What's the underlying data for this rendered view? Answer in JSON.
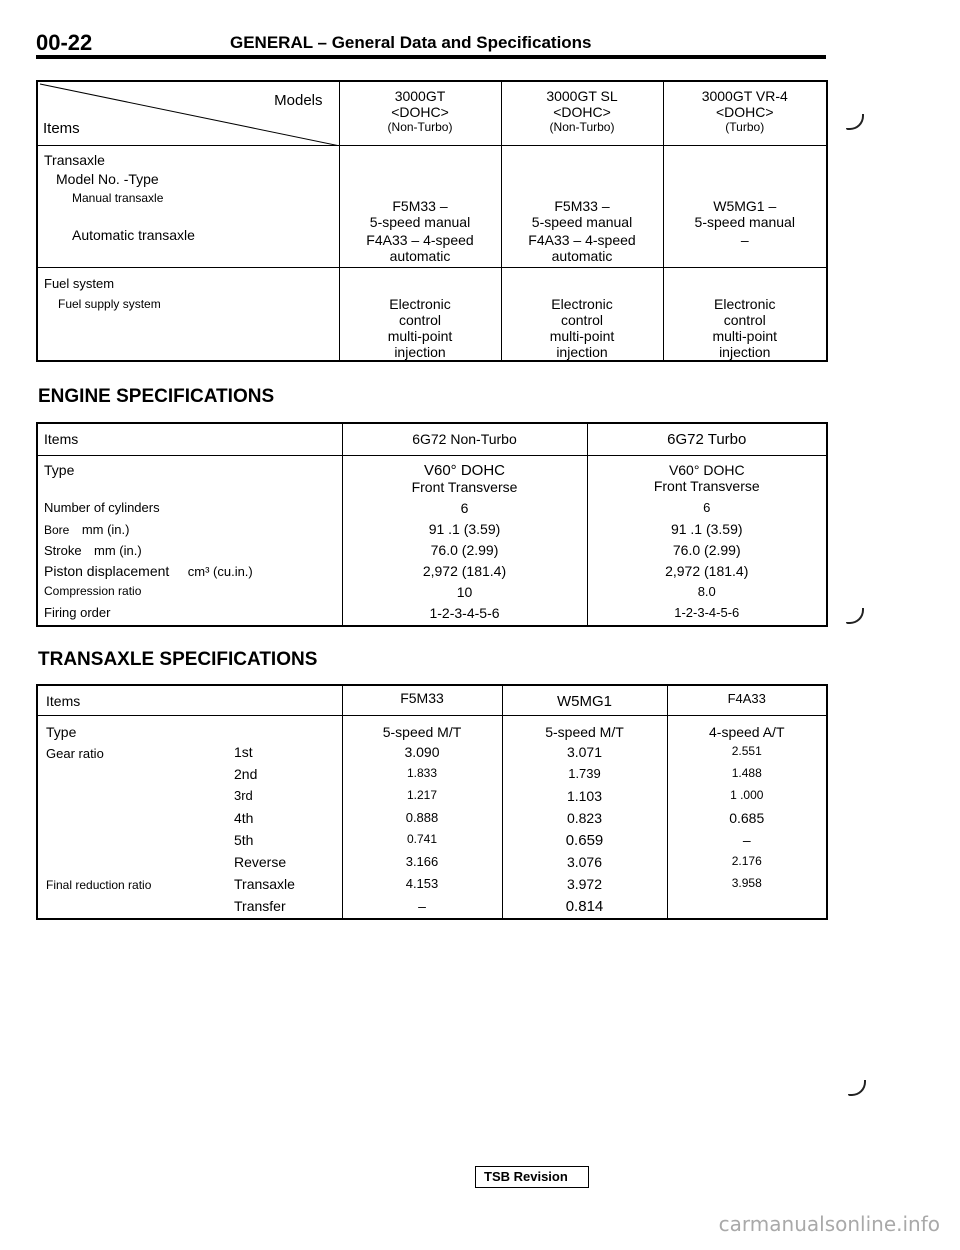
{
  "header": {
    "page_number": "00-22",
    "title": "GENERAL – General Data and Specifications"
  },
  "general": {
    "corner_models": "Models",
    "corner_items": "Items",
    "columns": [
      {
        "line1": "3000GT",
        "line2": "<DOHC>",
        "line3": "(Non-Turbo)"
      },
      {
        "line1": "3000GT SL",
        "line2": "<DOHC>",
        "line3": "(Non-Turbo)"
      },
      {
        "line1": "3000GT VR-4",
        "line2": "<DOHC>",
        "line3": "(Turbo)"
      }
    ],
    "transaxle_label": "Transaxle",
    "model_no_label": "Model No. -Type",
    "manual_label": "Manual transaxle",
    "automatic_label": "Automatic transaxle",
    "manual_values": [
      {
        "line1": "F5M33 –",
        "line2": "5-speed manual"
      },
      {
        "line1": "F5M33 –",
        "line2": "5-speed manual"
      },
      {
        "line1": "W5MG1 –",
        "line2": "5-speed manual"
      }
    ],
    "automatic_values": [
      {
        "line1": "F4A33 – 4-speed",
        "line2": "automatic"
      },
      {
        "line1": "F4A33 – 4-speed",
        "line2": "automatic"
      },
      {
        "line1": "–",
        "line2": ""
      }
    ],
    "fuel_system_label": "Fuel system",
    "fuel_supply_label": "Fuel supply system",
    "fuel_values": [
      {
        "line1": "Electronic",
        "line2": "control",
        "line3": "multi-point",
        "line4": "injection"
      },
      {
        "line1": "Electronic",
        "line2": "control",
        "line3": "multi-point",
        "line4": "injection"
      },
      {
        "line1": "Electronic",
        "line2": "control",
        "line3": "multi-point",
        "line4": "injection"
      }
    ]
  },
  "engine": {
    "title": "ENGINE SPECIFICATIONS",
    "head": {
      "items": "Items",
      "col1": "6G72 Non-Turbo",
      "col2": "6G72 Turbo"
    },
    "rows": [
      {
        "label": "Type",
        "unit": "",
        "v1": "V60° DOHC",
        "v1b": "Front Transverse",
        "v2": "V60° DOHC",
        "v2b": "Front Transverse"
      },
      {
        "label": "Number of cylinders",
        "unit": "",
        "v1": "6",
        "v2": "6"
      },
      {
        "label": "Bore",
        "unit": "mm (in.)",
        "v1": "91 .1 (3.59)",
        "v2": "91 .1 (3.59)"
      },
      {
        "label": "Stroke",
        "unit": "mm (in.)",
        "v1": "76.0 (2.99)",
        "v2": "76.0 (2.99)"
      },
      {
        "label": "Piston displacement",
        "unit": "cm³ (cu.in.)",
        "v1": "2,972 (181.4)",
        "v2": "2,972 (181.4)"
      },
      {
        "label": "Compression ratio",
        "unit": "",
        "v1": "10",
        "v2": "8.0"
      },
      {
        "label": "Firing order",
        "unit": "",
        "v1": "1-2-3-4-5-6",
        "v2": "1-2-3-4-5-6"
      }
    ]
  },
  "transaxle": {
    "title": "TRANSAXLE SPECIFICATIONS",
    "head": {
      "items": "Items",
      "col1": "F5M33",
      "col2": "W5MG1",
      "col3": "F4A33"
    },
    "type_row": {
      "label": "Type",
      "v1": "5-speed M/T",
      "v2": "5-speed M/T",
      "v3": "4-speed A/T"
    },
    "gear_label": "Gear ratio",
    "final_label": "Final reduction ratio",
    "rows": [
      {
        "sub": "1st",
        "v1": "3.090",
        "v2": "3.071",
        "v3": "2.551"
      },
      {
        "sub": "2nd",
        "v1": "1.833",
        "v2": "1.739",
        "v3": "1.488"
      },
      {
        "sub": "3rd",
        "v1": "1.217",
        "v2": "1.103",
        "v3": "1 .000"
      },
      {
        "sub": "4th",
        "v1": "0.888",
        "v2": "0.823",
        "v3": "0.685"
      },
      {
        "sub": "5th",
        "v1": "0.741",
        "v2": "0.659",
        "v3": "–"
      },
      {
        "sub": "Reverse",
        "v1": "3.166",
        "v2": "3.076",
        "v3": "2.176"
      },
      {
        "sub": "Transaxle",
        "v1": "4.153",
        "v2": "3.972",
        "v3": "3.958"
      },
      {
        "sub": "Transfer",
        "v1": "–",
        "v2": "0.814",
        "v3": ""
      }
    ]
  },
  "footer": {
    "tsb": "TSB Revision",
    "watermark": "carmanualsonline.info"
  }
}
